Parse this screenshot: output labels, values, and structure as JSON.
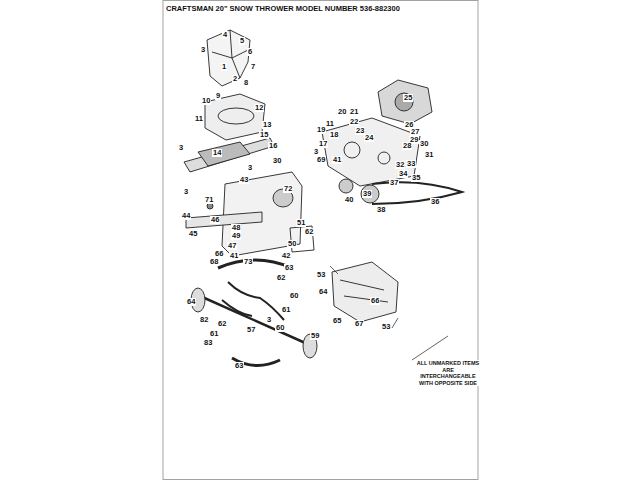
{
  "diagram": {
    "title": "CRAFTSMAN 20\" SNOW THROWER MODEL NUMBER 536-882300",
    "labels": [
      "4",
      "5",
      "3",
      "6",
      "1",
      "7",
      "2",
      "8",
      "9",
      "10",
      "12",
      "11",
      "13",
      "15",
      "16",
      "3",
      "14",
      "30",
      "3",
      "3",
      "43",
      "72",
      "71",
      "46",
      "44",
      "45",
      "48",
      "49",
      "47",
      "41",
      "73",
      "51",
      "62",
      "50",
      "42",
      "25",
      "20",
      "21",
      "22",
      "11",
      "23",
      "24",
      "19",
      "18",
      "17",
      "26",
      "27",
      "29",
      "28",
      "30",
      "31",
      "32",
      "33",
      "34",
      "35",
      "37",
      "36",
      "3",
      "69",
      "41",
      "40",
      "39",
      "38",
      "53",
      "64",
      "66",
      "65",
      "67",
      "53",
      "66",
      "68",
      "63",
      "62",
      "60",
      "61",
      "60",
      "64",
      "82",
      "62",
      "61",
      "83",
      "57",
      "59",
      "63",
      "3",
      "ALL UNMARKED ITEMS ARE INTERCHANGEABLE WITH OPPOSITE SIDE"
    ]
  }
}
